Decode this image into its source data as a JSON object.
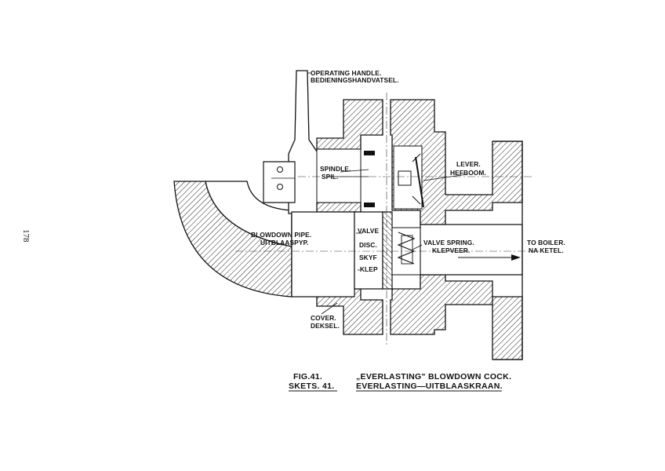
{
  "page_number": "178",
  "labels": {
    "operating_handle_en": "OPERATING HANDLE.",
    "operating_handle_af": "BEDIENINGSHANDVATSEL.",
    "spindle_en": "SPINDLE.",
    "spindle_af": "SPIL.",
    "lever_en": "LEVER.",
    "lever_af": "HEFBOOM.",
    "blowdown_pipe_en": "BLOWDOWN PIPE.",
    "blowdown_pipe_af": "UITBLAASPYP.",
    "valve": "VALVE",
    "disc": "DISC.",
    "skyf": "SKYF",
    "klep": "-KLEP",
    "valve_spring_en": "VALVE SPRING.",
    "valve_spring_af": "KLEPVEER.",
    "to_boiler_en": "TO BOILER.",
    "to_boiler_af": "NA KETEL.",
    "cover_en": "COVER.",
    "cover_af": "DEKSEL."
  },
  "caption": {
    "fig_en": "FIG.41.",
    "fig_af": "SKETS. 41.",
    "title_en": "„EVERLASTING\" BLOWDOWN COCK.",
    "title_af": "EVERLASTING—UITBLAASKRAAN."
  }
}
